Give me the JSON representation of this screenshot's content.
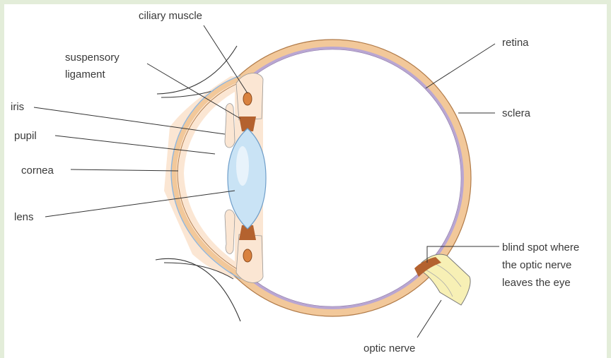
{
  "labels": {
    "ciliary_muscle": "ciliary muscle",
    "suspensory_ligament_1": "suspensory",
    "suspensory_ligament_2": "ligament",
    "iris": "iris",
    "pupil": "pupil",
    "cornea": "cornea",
    "lens": "lens",
    "retina": "retina",
    "sclera": "sclera",
    "blind_spot_1": "blind spot where",
    "blind_spot_2": "the optic nerve",
    "blind_spot_3": "leaves the eye",
    "optic_nerve": "optic nerve"
  },
  "colors": {
    "border_green": "#e3edd9",
    "sclera_tan": "#f2c89a",
    "sclera_outline": "#b07a48",
    "retina_purple": "#b9a6d2",
    "skin": "#fbe6d3",
    "lens_blue": "#c9e3f5",
    "ciliary_brown": "#b4622f",
    "optic_nerve_yellow": "#f7f0b5"
  }
}
